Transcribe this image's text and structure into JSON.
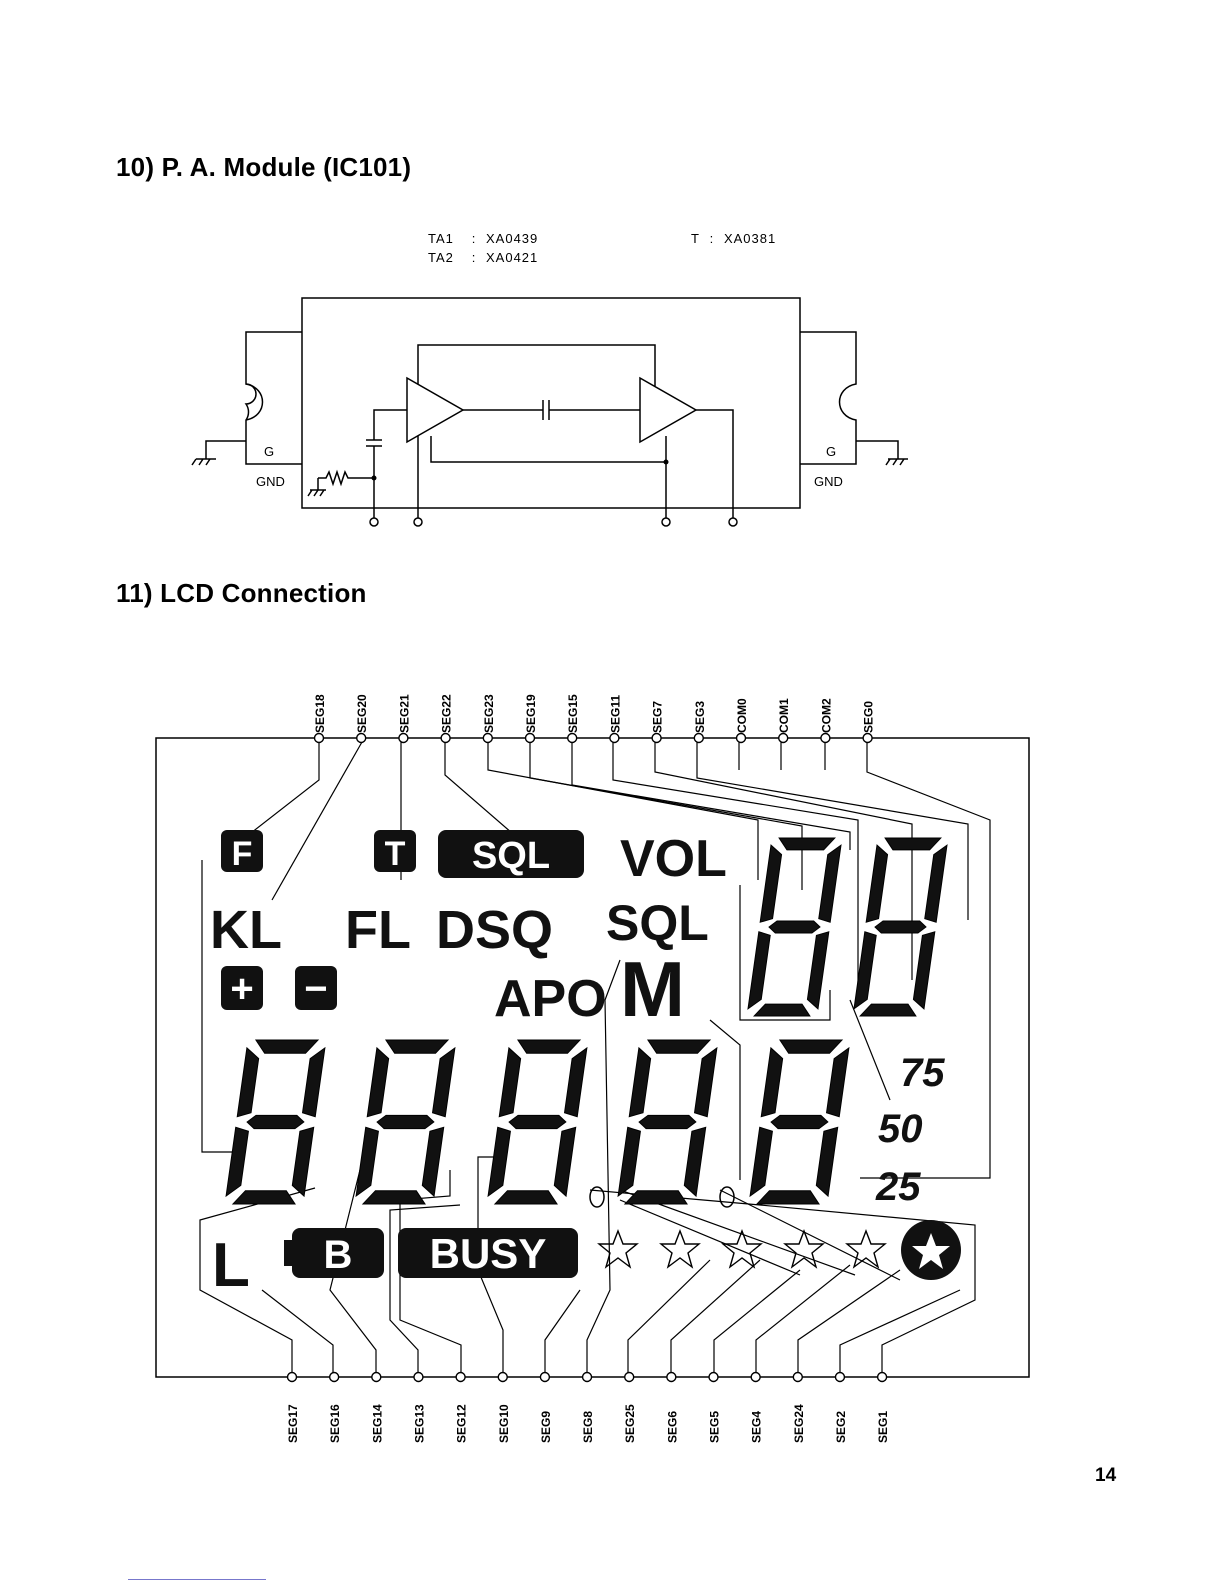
{
  "section_pa": {
    "title": "10) P. A.  Module (IC101)",
    "legend": [
      {
        "key": "TA1",
        "sep": ":",
        "value": "XA0439"
      },
      {
        "key": "TA2",
        "sep": ":",
        "value": "XA0421"
      },
      {
        "key": "T",
        "sep": ":",
        "value": "XA0381"
      }
    ],
    "labels": {
      "g_left": "G",
      "g_right": "G",
      "gnd_left": "GND",
      "gnd_right": "GND"
    }
  },
  "section_lcd": {
    "title": "11) LCD Connection",
    "top_pins": [
      "SEG18",
      "SEG20",
      "SEG21",
      "SEG22",
      "SEG23",
      "SEG19",
      "SEG15",
      "SEG11",
      "SEG7",
      "SEG3",
      "COM0",
      "COM1",
      "COM2",
      "SEG0"
    ],
    "bottom_pins": [
      "SEG17",
      "SEG16",
      "SEG14",
      "SEG13",
      "SEG12",
      "SEG10",
      "SEG9",
      "SEG8",
      "SEG25",
      "SEG6",
      "SEG5",
      "SEG4",
      "SEG24",
      "SEG2",
      "SEG1"
    ],
    "indicators": {
      "f": "F",
      "t": "T",
      "sql_box": "SQL",
      "vol": "VOL",
      "kl": "KL",
      "fl": "FL",
      "dsq": "DSQ",
      "sql": "SQL",
      "plus": "+",
      "minus": "−",
      "apo": "APO",
      "m": "M",
      "l": "L",
      "b": "B",
      "busy": "BUSY",
      "n75": "75",
      "n50": "50",
      "n25": "25"
    }
  },
  "page_number": "14"
}
